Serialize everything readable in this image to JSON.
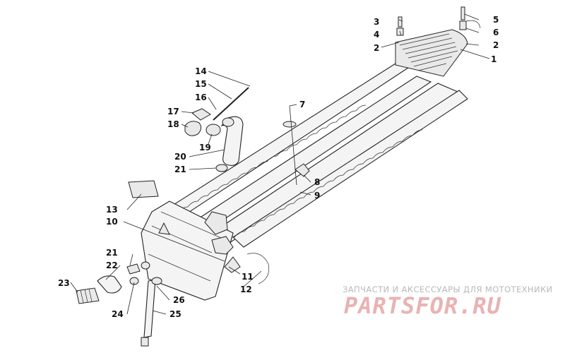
{
  "callouts": [
    {
      "n": "1"
    },
    {
      "n": "2"
    },
    {
      "n": "2"
    },
    {
      "n": "3"
    },
    {
      "n": "4"
    },
    {
      "n": "5"
    },
    {
      "n": "6"
    },
    {
      "n": "7"
    },
    {
      "n": "8"
    },
    {
      "n": "9"
    },
    {
      "n": "10"
    },
    {
      "n": "11"
    },
    {
      "n": "12"
    },
    {
      "n": "13"
    },
    {
      "n": "14"
    },
    {
      "n": "15"
    },
    {
      "n": "16"
    },
    {
      "n": "17"
    },
    {
      "n": "18"
    },
    {
      "n": "19"
    },
    {
      "n": "20"
    },
    {
      "n": "21"
    },
    {
      "n": "21"
    },
    {
      "n": "22"
    },
    {
      "n": "23"
    },
    {
      "n": "24"
    },
    {
      "n": "25"
    },
    {
      "n": "26"
    }
  ],
  "watermark": {
    "tagline": "ЗАПЧАСТИ И АКСЕССУАРЫ ДЛЯ МОТОТЕХНИКИ",
    "logo": "PARTSFOR.RU"
  },
  "colors": {
    "line": "#222222",
    "watermark_text": "#b9b9b9",
    "watermark_logo": "#e9b3b3"
  }
}
